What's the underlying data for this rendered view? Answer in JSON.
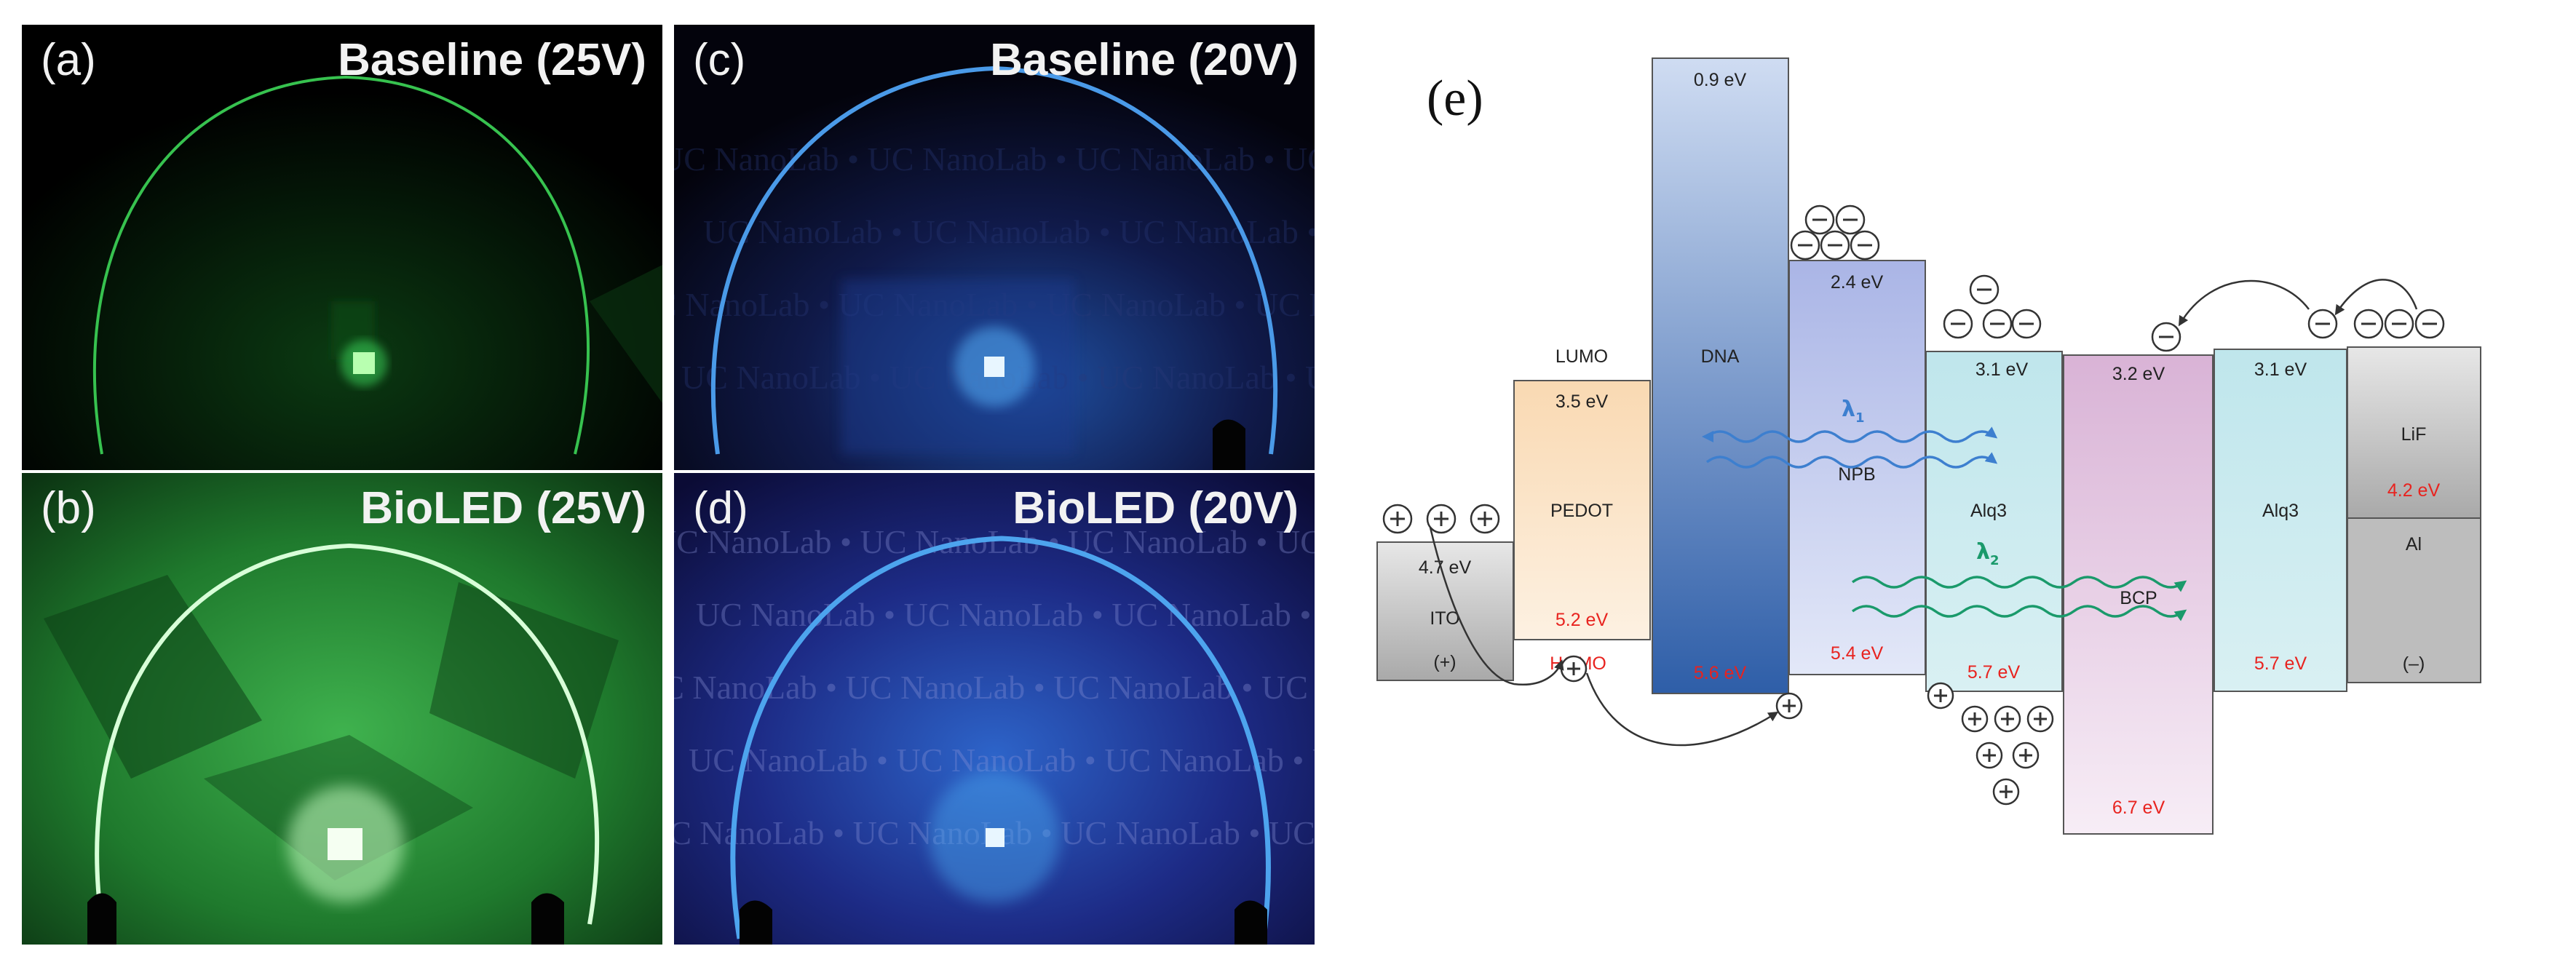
{
  "panels": [
    {
      "label": "(a)",
      "title": "Baseline (25V)"
    },
    {
      "label": "(b)",
      "title": "BioLED (25V)"
    },
    {
      "label": "(c)",
      "title": "Baseline (20V)"
    },
    {
      "label": "(d)",
      "title": "BioLED (20V)"
    }
  ],
  "watermark": "UC NanoLab • UC NanoLab • UC NanoLab • UC NanoLab",
  "diagram": {
    "label": "(e)",
    "lumo_label": "LUMO",
    "homo_label": "HOMO",
    "layers": [
      {
        "name": "ITO",
        "top_label": "4.7 eV",
        "bottom_label": "(+)",
        "color": "#c9c9c9"
      },
      {
        "name": "PEDOT",
        "top_label": "3.5 eV",
        "bottom_label": "5.2 eV",
        "color": "#fbe3c4"
      },
      {
        "name": "DNA",
        "top_label": "0.9 eV",
        "bottom_label": "5.6 eV",
        "color": "#4f7fc4"
      },
      {
        "name": "NPB",
        "top_label": "2.4 eV",
        "bottom_label": "5.4 eV",
        "color": "#b7c2ea"
      },
      {
        "name": "Alq3",
        "top_label": "3.1 eV",
        "bottom_label": "5.7 eV",
        "color": "#bfe4ea"
      },
      {
        "name": "BCP",
        "top_label": "3.2 eV",
        "bottom_label": "6.7 eV",
        "color": "#e5c5e3"
      },
      {
        "name": "Alq3",
        "top_label": "3.1 eV",
        "bottom_label": "5.7 eV",
        "color": "#bfe4ea"
      },
      {
        "name": "LiF",
        "top_label": "",
        "bottom_label": "4.2 eV",
        "color": "#c9c9c9"
      },
      {
        "name": "Al",
        "top_label": "",
        "bottom_label": "(–)",
        "color": "#bdbdbd"
      }
    ],
    "emissions": [
      {
        "symbol": "λ",
        "subscript": "1",
        "color": "#3d7fcf"
      },
      {
        "symbol": "λ",
        "subscript": "2",
        "color": "#1a9a6b"
      }
    ],
    "colors": {
      "energy_red": "#e8231f",
      "line": "#333333"
    }
  }
}
